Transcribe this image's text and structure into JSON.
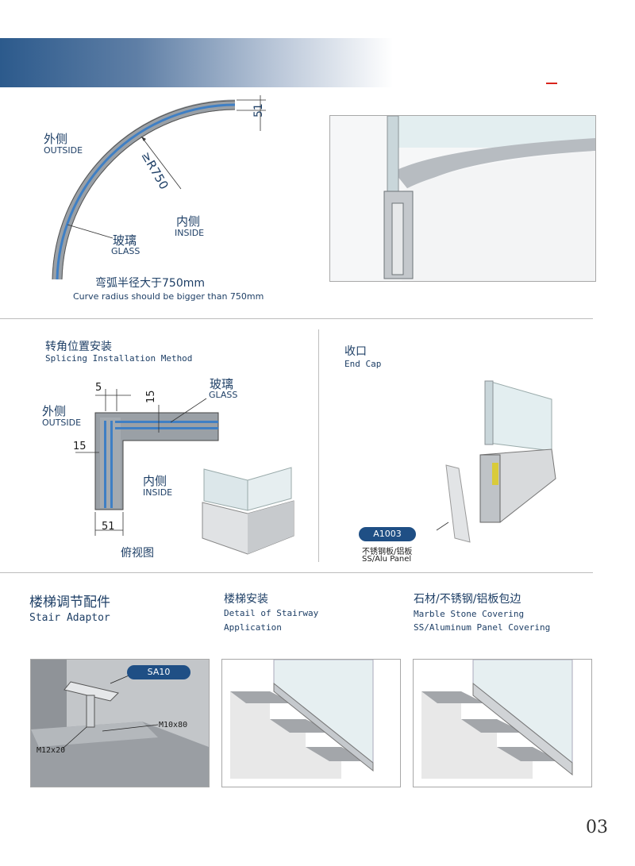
{
  "header": {
    "accent": "#d9251c"
  },
  "curve": {
    "outside_zh": "外侧",
    "outside_en": "OUTSIDE",
    "inside_zh": "内侧",
    "inside_en": "INSIDE",
    "glass_zh": "玻璃",
    "glass_en": "GLASS",
    "radius_label": "≥R750",
    "dim_51": "51",
    "note_zh": "弯弧半径大于750mm",
    "note_en": "Curve radius should be bigger than 750mm"
  },
  "splicing": {
    "title_zh": "转角位置安装",
    "title_en": "Splicing Installation Method",
    "dim_5": "5",
    "dim_15_top": "15",
    "dim_15_left": "15",
    "dim_51": "51",
    "glass_zh": "玻璃",
    "glass_en": "GLASS",
    "outside_zh": "外侧",
    "outside_en": "OUTSIDE",
    "inside_zh": "内侧",
    "inside_en": "INSIDE",
    "caption": "俯视图"
  },
  "endcap": {
    "title_zh": "收口",
    "title_en": "End Cap",
    "badge": "A1003",
    "panel_zh": "不锈钢板/铝板",
    "panel_en": "SS/Alu Panel"
  },
  "stair": {
    "adaptor_zh": "楼梯调节配件",
    "adaptor_en": "Stair Adaptor",
    "detail_zh": "楼梯安装",
    "detail_en_1": "Detail of Stairway",
    "detail_en_2": "Application",
    "covering_zh": "石材/不锈钢/铝板包边",
    "covering_en_1": "Marble Stone Covering",
    "covering_en_2": "SS/Aluminum Panel Covering",
    "badge": "SA10",
    "m10": "M10x80",
    "m12": "M12x20"
  },
  "page_number": "03"
}
